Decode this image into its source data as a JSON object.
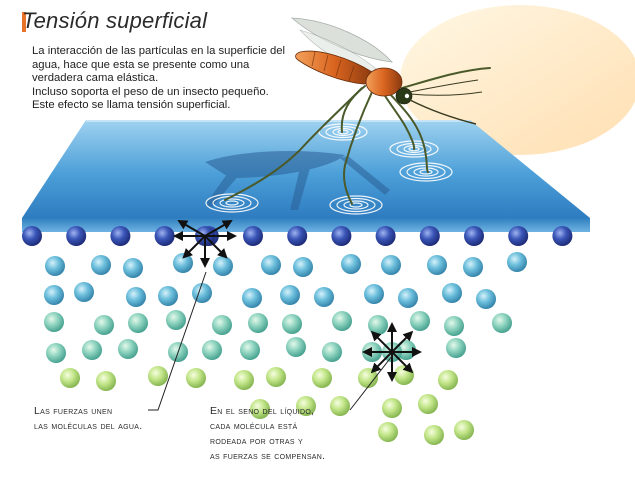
{
  "title": "Tensión superficial",
  "info_lines": [
    "La interacción de las partículas en la superficie del",
    "agua, hace que esta se presente como una",
    "verdadera cama elástica.",
    "Incluso soporta el peso de un insecto pequeño.",
    "Este efecto se llama tensión superficial."
  ],
  "caption_left": [
    "Las fuerzas unen",
    "las moléculas del agua."
  ],
  "caption_right": [
    "En el seno del líquido,",
    "cada molécula está",
    "rodeada por otras y",
    "as fuerzas se compensan."
  ],
  "colors": {
    "accent": "#e8722a",
    "water_top": "#5aa8dc",
    "water_edge": "#2f7fc0",
    "surface_molecule": "#2a3d8f",
    "mid_molecule": "#4aa8c8",
    "deep_molecule": "#b8e07a",
    "mosquito_body": "#d9641f"
  },
  "icons": [
    "mosquito",
    "force-arrows",
    "ripple-rings"
  ]
}
